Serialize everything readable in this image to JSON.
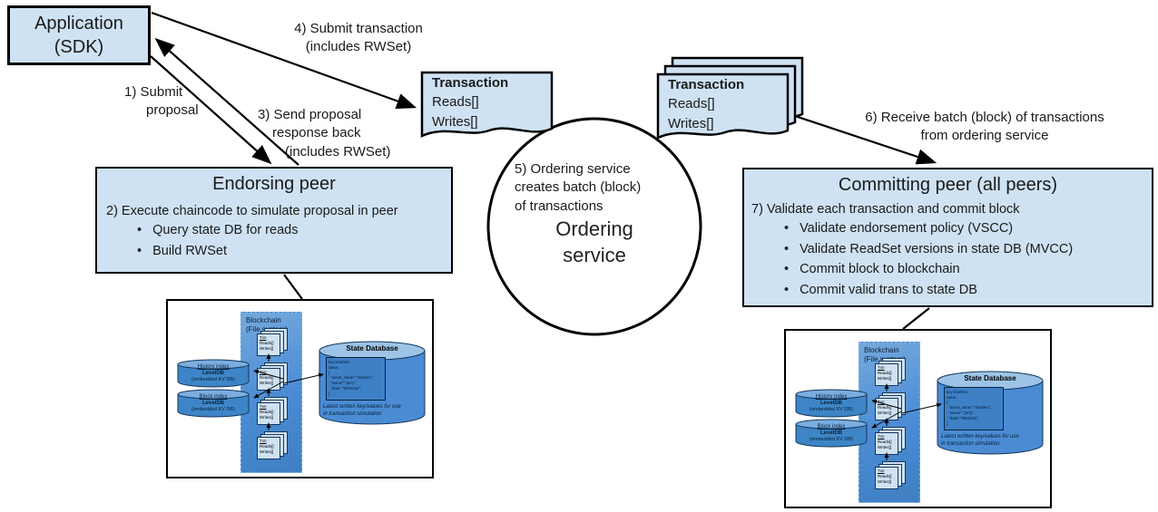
{
  "app": {
    "label": "Application\n(SDK)"
  },
  "transaction_doc": {
    "title": "Transaction",
    "reads": "Reads[]",
    "writes": "Writes[]"
  },
  "ordering": {
    "step": "5) Ordering service\ncreates batch (block)\nof transactions",
    "name": "Ordering\nservice"
  },
  "endorsing": {
    "title": "Endorsing peer",
    "step": "2) Execute chaincode to simulate proposal in peer",
    "bullets": [
      "Query state DB for reads",
      "Build RWSet"
    ]
  },
  "committing": {
    "title": "Committing peer (all peers)",
    "step": "7) Validate each transaction and commit block",
    "bullets": [
      "Validate endorsement policy (VSCC)",
      "Validate ReadSet versions in state DB (MVCC)",
      "Commit block to blockchain",
      "Commit valid trans to state DB"
    ]
  },
  "edges": {
    "submit_proposal": {
      "l1": "1) Submit",
      "l2": "proposal"
    },
    "send_response": {
      "l1": "3) Send proposal",
      "l2": "response back",
      "l3": "(includes RWSet)"
    },
    "submit_transaction": "4) Submit transaction\n(includes RWSet)",
    "receive_batch": "6) Receive batch (block) of transactions\nfrom ordering service"
  },
  "storage": {
    "blockchain_label": "Blockchain\n(File system)",
    "txn": {
      "title": "Txn",
      "reads": "Reads[]",
      "writes": "Writes[]"
    },
    "history_index": {
      "name": "History index",
      "engine": "LevelDB",
      "note": "(embedded KV DB)"
    },
    "block_index": {
      "name": "Block index",
      "engine": "LevelDB",
      "note": "(embedded KV DB)"
    },
    "state_db": {
      "title": "State Database",
      "record": "key:marble1\nvalue:\n{\n  \"asset_name\":\"marble1\",\n  \"owner\":\"jerry\",\n  \"date\":\"9/9/2016\",\n}",
      "note": "Latest written key/values for use\nin transaction simulation"
    }
  },
  "colors": {
    "node_fill": "#cfe2f3",
    "node_border": "#000000",
    "column_blue": "#4a8bd4",
    "cylinder_blue": "#3d85c6",
    "cylinder_top": "#7badde",
    "state_db_fill": "#4a8bd4",
    "state_db_top": "#9dc3e6",
    "record_fill": "#3e80c6"
  }
}
